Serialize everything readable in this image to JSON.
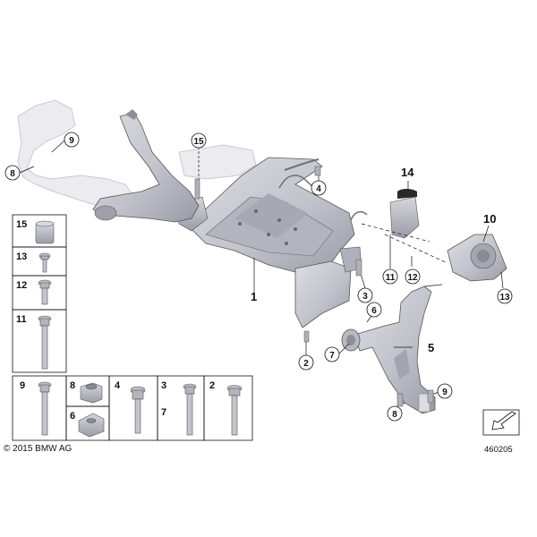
{
  "callouts": {
    "c1": "1",
    "c2": "2",
    "c3": "3",
    "c4": "4",
    "c5": "5",
    "c6": "6",
    "c7": "7",
    "c8a": "8",
    "c8b": "8",
    "c9a": "9",
    "c9b": "9",
    "c10": "10",
    "c11": "11",
    "c12": "12",
    "c13": "13",
    "c14": "14",
    "c15": "15"
  },
  "legend": {
    "l15": "15",
    "l13": "13",
    "l12": "12",
    "l11": "11",
    "l9": "9",
    "l8": "8",
    "l6": "6",
    "l4": "4",
    "l3": "3",
    "l7": "7",
    "l2": "2"
  },
  "footer": {
    "copyright": "© 2015 BMW AG",
    "doc_number": "460205"
  },
  "colors": {
    "part_fill": "#c9c9d2",
    "part_dark": "#8e8e9a",
    "ghost": "#e8e8ec",
    "line": "#111111"
  }
}
